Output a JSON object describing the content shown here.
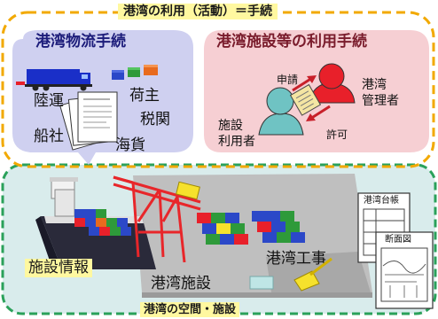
{
  "top_frame_title": "港湾の利用（活動）＝手続",
  "logistics": {
    "title": "港湾物流手続",
    "parties": {
      "land_transport": "陸運",
      "shipper": "荷主",
      "customs": "税関",
      "shipping_company": "船社",
      "marine_cargo": "海貨"
    }
  },
  "facility_use": {
    "title": "港湾施設等の利用手続",
    "application": "申請",
    "permission": "許可",
    "port_manager": "港湾\n管理者",
    "facility_user": "施設\n利用者"
  },
  "bottom_frame_title": "港湾の空間・施設",
  "facility_info": "施設情報",
  "port_construction": "港湾工事",
  "port_facilities": "港湾施設",
  "port_ledger": "港湾台帳",
  "cross_section": "断面図",
  "colors": {
    "dashed_orange": "#f2a900",
    "dashed_green": "#2aa15a",
    "lavender_panel": "#cfd0f0",
    "pink_panel": "#f6cfd3",
    "teal_person": "#6fc3c3",
    "red_person": "#e8202a",
    "crane_red": "#e8262a",
    "yellow_label": "#fff8a0"
  }
}
